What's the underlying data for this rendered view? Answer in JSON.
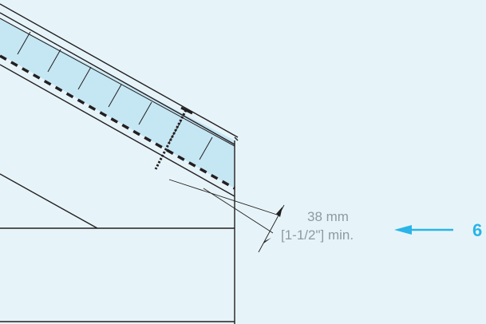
{
  "dimension": {
    "metric": "38 mm",
    "imperial": "[1-1/2\"] min."
  },
  "callout": {
    "number": "6",
    "color": "#2ab4e8"
  },
  "colors": {
    "background": "#e6f4f9",
    "insulation": "#c5e6f3",
    "line": "#231f20",
    "dimension_text": "#8f9aa0"
  }
}
